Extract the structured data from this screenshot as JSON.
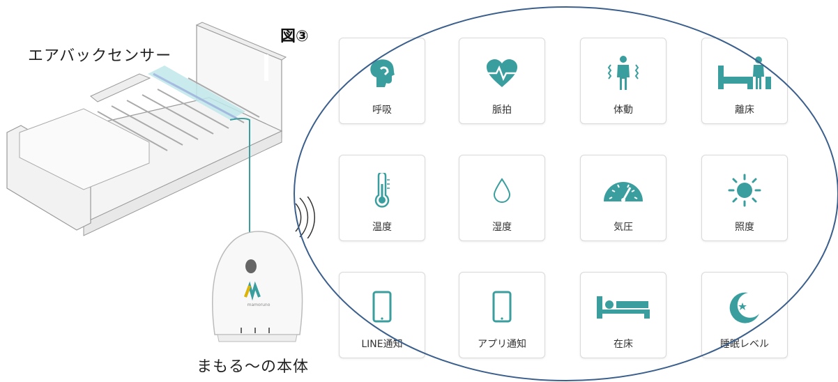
{
  "figure_label": "図③",
  "sensor_label": "エアバックセンサー",
  "device_label": "まもる～の本体",
  "device_logo_text": "mamoruno",
  "colors": {
    "accent": "#3a9e9e",
    "ellipse": "#3b5f8c"
  },
  "tiles": [
    {
      "label": "呼吸",
      "icon": "breath-icon"
    },
    {
      "label": "脈拍",
      "icon": "heart-pulse-icon"
    },
    {
      "label": "体動",
      "icon": "body-motion-icon"
    },
    {
      "label": "離床",
      "icon": "leave-bed-icon"
    },
    {
      "label": "温度",
      "icon": "thermometer-icon"
    },
    {
      "label": "湿度",
      "icon": "droplet-icon"
    },
    {
      "label": "気圧",
      "icon": "gauge-icon"
    },
    {
      "label": "照度",
      "icon": "sun-icon"
    },
    {
      "label": "LINE通知",
      "icon": "phone-icon"
    },
    {
      "label": "アプリ通知",
      "icon": "phone-icon"
    },
    {
      "label": "在床",
      "icon": "in-bed-icon"
    },
    {
      "label": "睡眠レベル",
      "icon": "moon-stars-icon"
    }
  ]
}
